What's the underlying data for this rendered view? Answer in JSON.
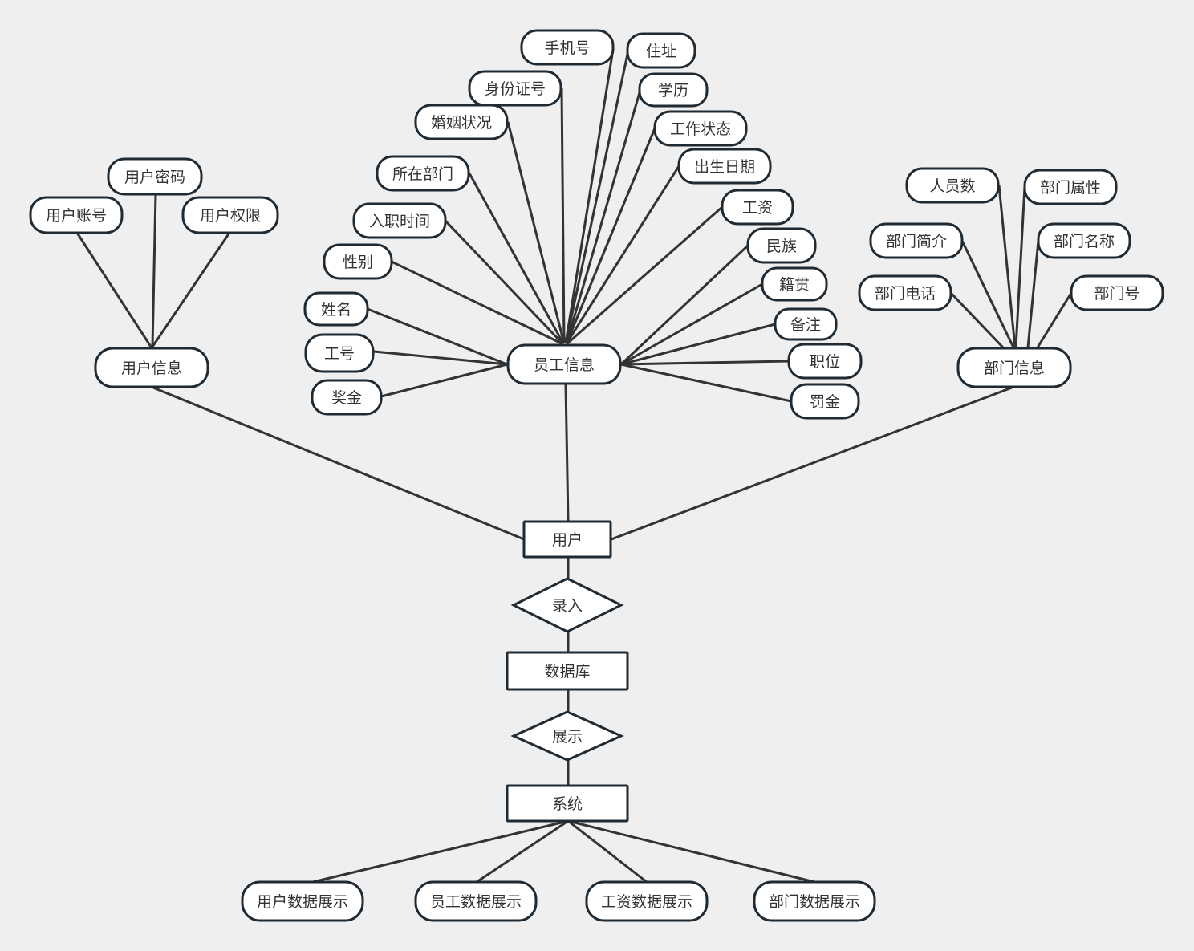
{
  "diagram": {
    "type": "er-diagram",
    "colors": {
      "background": "#efefef",
      "node_fill": "#ffffff",
      "node_stroke": "#1f2a33",
      "edge": "#333333",
      "text": "#333333"
    },
    "nodes": {
      "user": {
        "label": "用户",
        "shape": "rect"
      },
      "input": {
        "label": "录入",
        "shape": "diamond"
      },
      "database": {
        "label": "数据库",
        "shape": "rect"
      },
      "display": {
        "label": "展示",
        "shape": "diamond"
      },
      "system": {
        "label": "系统",
        "shape": "rect"
      },
      "user_info": {
        "label": "用户信息",
        "shape": "pill"
      },
      "employee_info": {
        "label": "员工信息",
        "shape": "pill"
      },
      "dept_info": {
        "label": "部门信息",
        "shape": "pill"
      },
      "user_account": {
        "label": "用户账号",
        "shape": "pill"
      },
      "user_password": {
        "label": "用户密码",
        "shape": "pill"
      },
      "user_permission": {
        "label": "用户权限",
        "shape": "pill"
      },
      "phone": {
        "label": "手机号",
        "shape": "pill"
      },
      "address": {
        "label": "住址",
        "shape": "pill"
      },
      "id_number": {
        "label": "身份证号",
        "shape": "pill"
      },
      "education": {
        "label": "学历",
        "shape": "pill"
      },
      "marital_status": {
        "label": "婚姻状况",
        "shape": "pill"
      },
      "work_status": {
        "label": "工作状态",
        "shape": "pill"
      },
      "department": {
        "label": "所在部门",
        "shape": "pill"
      },
      "birth_date": {
        "label": "出生日期",
        "shape": "pill"
      },
      "hire_date": {
        "label": "入职时间",
        "shape": "pill"
      },
      "salary": {
        "label": "工资",
        "shape": "pill"
      },
      "gender": {
        "label": "性别",
        "shape": "pill"
      },
      "ethnicity": {
        "label": "民族",
        "shape": "pill"
      },
      "native_place": {
        "label": "籍贯",
        "shape": "pill"
      },
      "name": {
        "label": "姓名",
        "shape": "pill"
      },
      "remark": {
        "label": "备注",
        "shape": "pill"
      },
      "employee_no": {
        "label": "工号",
        "shape": "pill"
      },
      "position": {
        "label": "职位",
        "shape": "pill"
      },
      "bonus": {
        "label": "奖金",
        "shape": "pill"
      },
      "fine": {
        "label": "罚金",
        "shape": "pill"
      },
      "staff_count": {
        "label": "人员数",
        "shape": "pill"
      },
      "dept_attr": {
        "label": "部门属性",
        "shape": "pill"
      },
      "dept_intro": {
        "label": "部门简介",
        "shape": "pill"
      },
      "dept_name": {
        "label": "部门名称",
        "shape": "pill"
      },
      "dept_phone": {
        "label": "部门电话",
        "shape": "pill"
      },
      "dept_no": {
        "label": "部门号",
        "shape": "pill"
      },
      "user_data_display": {
        "label": "用户数据展示",
        "shape": "pill"
      },
      "employee_data_display": {
        "label": "员工数据展示",
        "shape": "pill"
      },
      "salary_data_display": {
        "label": "工资数据展示",
        "shape": "pill"
      },
      "dept_data_display": {
        "label": "部门数据展示",
        "shape": "pill"
      }
    },
    "edges": [
      [
        "user_info",
        "user"
      ],
      [
        "employee_info",
        "user"
      ],
      [
        "dept_info",
        "user"
      ],
      [
        "user",
        "input"
      ],
      [
        "input",
        "database"
      ],
      [
        "database",
        "display"
      ],
      [
        "display",
        "system"
      ],
      [
        "system",
        "user_data_display"
      ],
      [
        "system",
        "employee_data_display"
      ],
      [
        "system",
        "salary_data_display"
      ],
      [
        "system",
        "dept_data_display"
      ],
      [
        "user_account",
        "user_info"
      ],
      [
        "user_password",
        "user_info"
      ],
      [
        "user_permission",
        "user_info"
      ],
      [
        "phone",
        "employee_info"
      ],
      [
        "address",
        "employee_info"
      ],
      [
        "id_number",
        "employee_info"
      ],
      [
        "education",
        "employee_info"
      ],
      [
        "marital_status",
        "employee_info"
      ],
      [
        "work_status",
        "employee_info"
      ],
      [
        "department",
        "employee_info"
      ],
      [
        "birth_date",
        "employee_info"
      ],
      [
        "hire_date",
        "employee_info"
      ],
      [
        "salary",
        "employee_info"
      ],
      [
        "gender",
        "employee_info"
      ],
      [
        "ethnicity",
        "employee_info"
      ],
      [
        "native_place",
        "employee_info"
      ],
      [
        "name",
        "employee_info"
      ],
      [
        "remark",
        "employee_info"
      ],
      [
        "employee_no",
        "employee_info"
      ],
      [
        "position",
        "employee_info"
      ],
      [
        "bonus",
        "employee_info"
      ],
      [
        "fine",
        "employee_info"
      ],
      [
        "staff_count",
        "dept_info"
      ],
      [
        "dept_attr",
        "dept_info"
      ],
      [
        "dept_intro",
        "dept_info"
      ],
      [
        "dept_name",
        "dept_info"
      ],
      [
        "dept_phone",
        "dept_info"
      ],
      [
        "dept_no",
        "dept_info"
      ]
    ]
  }
}
